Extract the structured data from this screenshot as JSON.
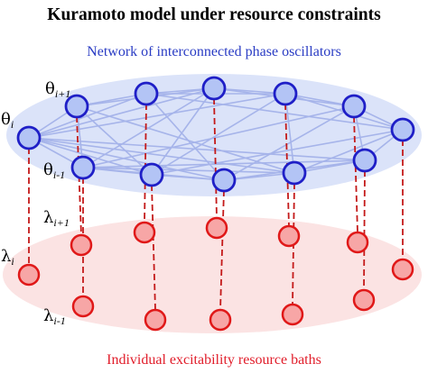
{
  "title": "Kuramoto model under resource constraints",
  "top_caption": "Network of interconnected phase oscillators",
  "bottom_caption": "Individual excitability resource baths",
  "labels": {
    "theta_upper": {
      "symbol": "θ",
      "sub": "i+1"
    },
    "theta_left": {
      "symbol": "θ",
      "sub": "i"
    },
    "theta_lower": {
      "symbol": "θ",
      "sub": "i-1"
    },
    "lambda_upper": {
      "symbol": "λ",
      "sub": "i+1"
    },
    "lambda_left": {
      "symbol": "λ",
      "sub": "i"
    },
    "lambda_lower": {
      "symbol": "λ",
      "sub": "i-1"
    }
  },
  "colors": {
    "oscillator_fill": "#b3c4f5",
    "oscillator_stroke": "#1f1fc7",
    "network_plane": "#dbe3f9",
    "coupling_line": "#a6b4ea",
    "bath_fill": "#f7a6a6",
    "bath_stroke": "#e01818",
    "bath_plane": "#fbe3e3",
    "link_dash": "#c41a1a",
    "title": "#000000",
    "top_caption": "#2a3cc4",
    "bottom_caption": "#e11d2a"
  }
}
